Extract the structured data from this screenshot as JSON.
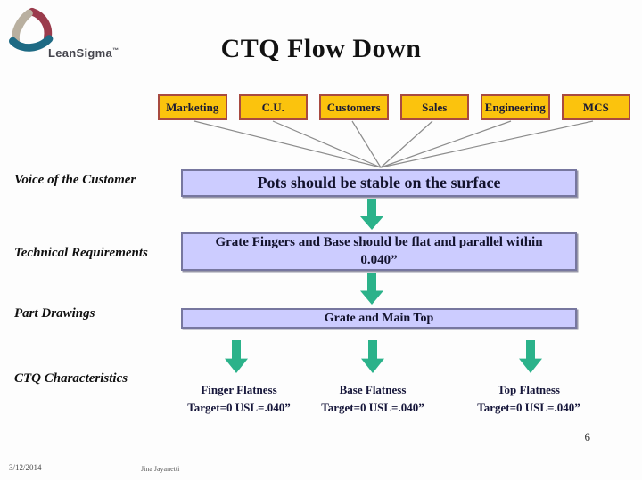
{
  "slide": {
    "title": "CTQ Flow Down",
    "page_number": "6",
    "footer_date": "3/12/2014",
    "footer_author": "Jina Jayanetti",
    "logo_brand": "LeanSigma",
    "logo_trademark": "™"
  },
  "row_labels": {
    "voice": "Voice of the Customer",
    "technical": "Technical Requirements",
    "drawings": "Part Drawings",
    "ctq": "CTQ Characteristics"
  },
  "sources": [
    "Marketing",
    "C.U.",
    "Customers",
    "Sales",
    "Engineering",
    "MCS"
  ],
  "flow": {
    "voice_text": "Pots should be stable on the surface",
    "technical_line1": "Grate Fingers and Base should be flat and parallel within",
    "technical_line2": "0.040”",
    "drawings_text": "Grate and Main Top"
  },
  "ctq_items": [
    {
      "name": "Finger Flatness",
      "target": "Target=0  USL=.040”"
    },
    {
      "name": "Base Flatness",
      "target": "Target=0  USL=.040”"
    },
    {
      "name": "Top Flatness",
      "target": "Target=0  USL=.040”"
    }
  ],
  "colors": {
    "source_fill": "#FBC30D",
    "source_border": "#A84A40",
    "flow_fill": "#CCCCFF",
    "flow_border": "#77779F",
    "arrow": "#2BB28A",
    "line": "#8C8C8C",
    "text_dark": "#14142E"
  }
}
